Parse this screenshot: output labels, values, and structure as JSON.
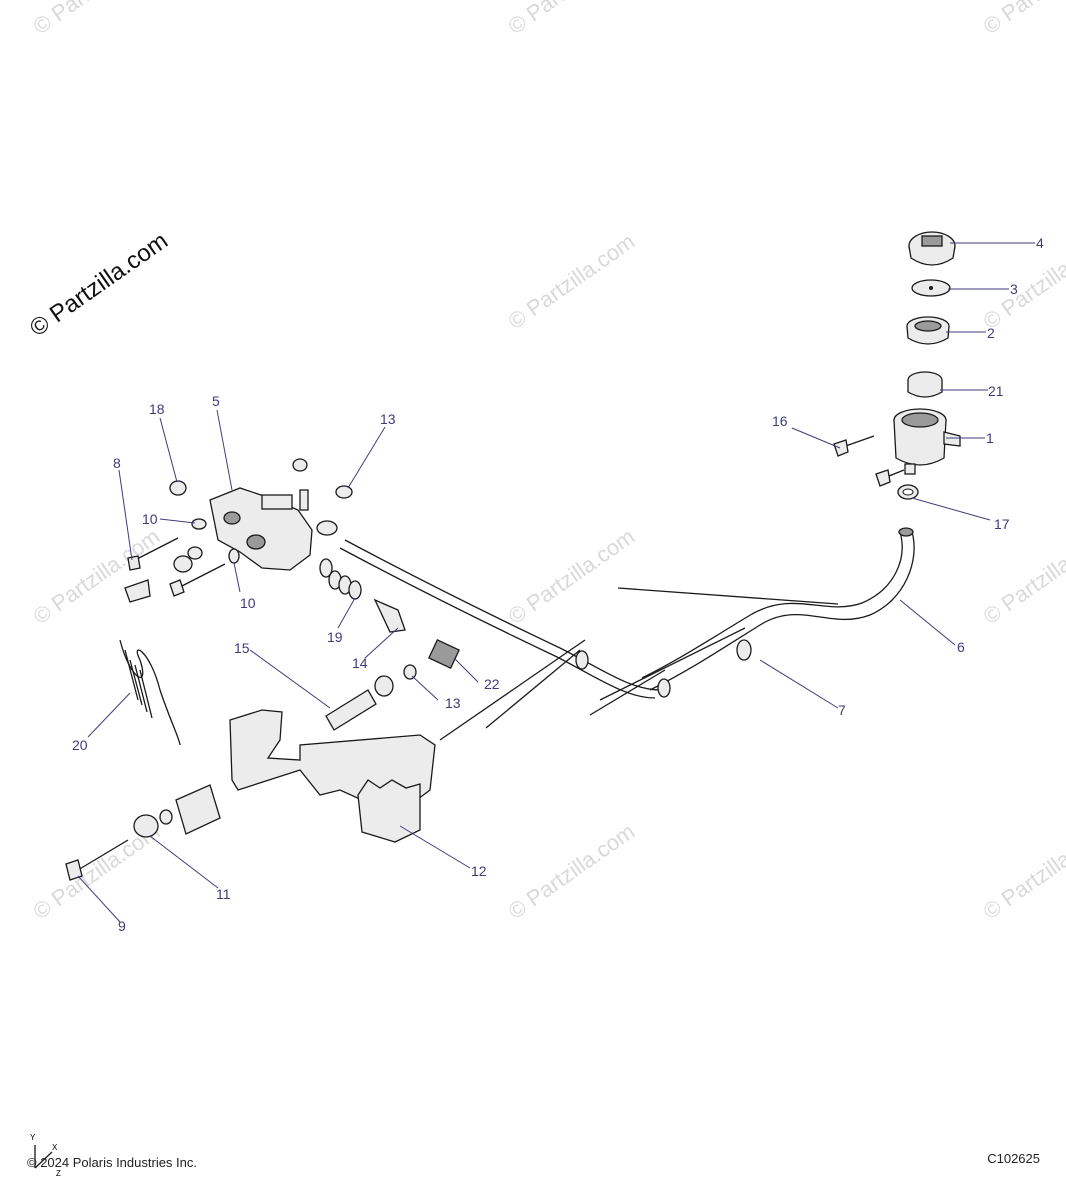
{
  "watermark": {
    "main": "© Partzilla.com",
    "faint": "© Partzilla.com"
  },
  "callouts": [
    "1",
    "2",
    "3",
    "4",
    "5",
    "6",
    "7",
    "8",
    "9",
    "10",
    "10",
    "11",
    "12",
    "13",
    "13",
    "14",
    "15",
    "16",
    "17",
    "18",
    "19",
    "20",
    "21",
    "22"
  ],
  "copyright": "© 2024 Polaris Industries Inc.",
  "diagram_code": "C102625",
  "axis": {
    "y": "Y",
    "x": "X",
    "z": "Z"
  }
}
